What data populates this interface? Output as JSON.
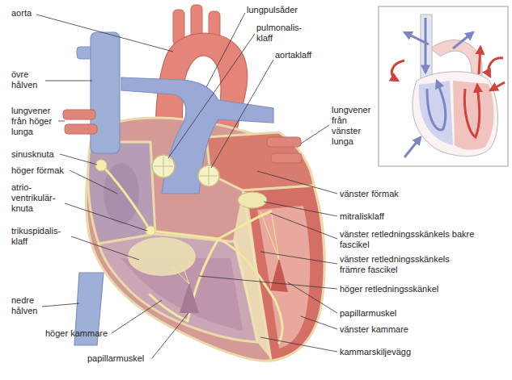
{
  "diagram": {
    "labels": [
      "aorta",
      "övre hålven",
      "lungvener från höger lunga",
      "sinusknuta",
      "höger förmak",
      "atrio- ventrikulär- knuta",
      "trikuspidalis- klaff",
      "nedre hålven",
      "höger kammare",
      "papillarmuskel",
      "lungpulsåder",
      "pulmonalis- klaff",
      "aortaklaff",
      "lungvener från vänster lunga",
      "vänster förmak",
      "mitralisklaff",
      "vänster retledningsskänkels bakre fascikel",
      "vänster retledningsskänkels främre fascikel",
      "höger retledningsskänkel",
      "papillarmuskel",
      "vänster kammare",
      "kammarskiljevägg"
    ]
  }
}
